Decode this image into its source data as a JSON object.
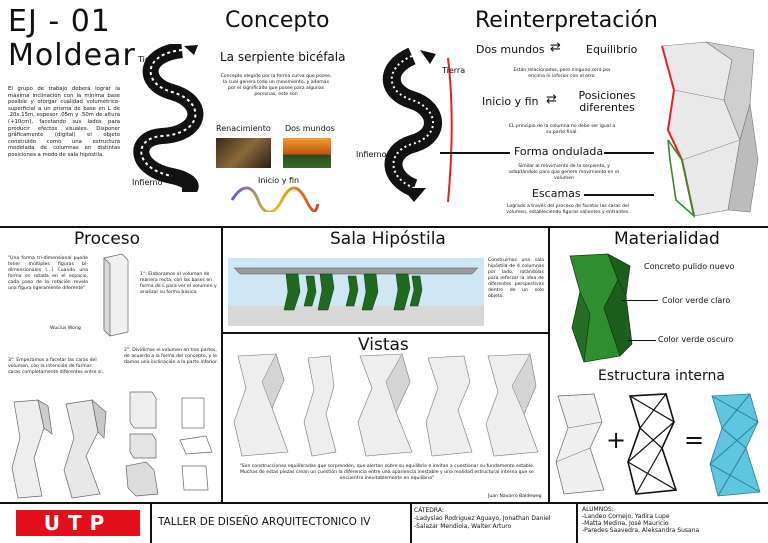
{
  "header": {
    "code": "EJ - 01",
    "name": "Moldear",
    "intro": "El grupo de trabajo deberá lograr la máxima inclinación con la mínima base posible y otorgar cualidad volumétrico-superficial a un prisma de base en L de .20x.15m, espesor .05m y .50m de altura (+10cm), facetando sus lados para producir efectos visuales. Disponer gráficamente (digital) el objeto construido como una estructura modelada de columnas en distintas posiciones a modo de sala hipóstila."
  },
  "concepto": {
    "title": "Concepto",
    "label_tierra": "Tierra",
    "label_infierno": "Infierno",
    "subtitle": "La serpiente bicéfala",
    "text": "Concepto elegido por la forma curva que posee, la cual genera todo un movimiento, y además por el significado que posee para algunas personas, este son",
    "renacimiento": "Renacimiento",
    "dos_mundos": "Dos mundos",
    "inicio_fin": "Inicio y fin"
  },
  "reinterpretacion": {
    "title": "Reinterpretación",
    "label_tierra": "Tierra",
    "label_infierno": "Infierno",
    "dos_mundos": "Dos mundos",
    "equilibrio": "Equilibrio",
    "text1": "Están relacionados, pero ninguno será por encima ni inferior con el otro.",
    "inicio_fin": "Inicio y fin",
    "posiciones": "Posiciones diferentes",
    "text2": "EL principio de la columna no debe ser igual a su parte final.",
    "forma": "Forma ondulada",
    "text3": "Similar al movimiento de la serpiente, y adaptándolo para que genere movimiento en el volumen",
    "escamas": "Escamas",
    "text4": "Logrado a través del proceso de facetar las caras del volumen, estableciendo figuras salientes y entrantes."
  },
  "proceso": {
    "title": "Proceso",
    "quote": "\"Una forma tri-dimensional puede tener múltiples figuras bi-dimensionales (...) Cuando una forma es rotada en el espacio, cada paso de la rotación revela una figura ligeramente diferente\"",
    "quote_author": "Wucius Wong",
    "step1": "1°: Elaboramos el volumen de manera recta, con las bases en forma de L para ver el volumen y analizar su forma básica.",
    "step2": "2°: Dividimos el volumen en tres partes, de acuerdo a la forma del concepto, y le damos una inclinación a la parte inferior.",
    "step3": "3°: Empezamos a facetar las caras del volumen, con la intención de formar caras completamente diferentes entre sí."
  },
  "sala": {
    "title": "Sala Hipóstila",
    "text": "Construimos una sala hipóstila de 4 columnas por lado, rotándolas para reforzar la idea de diferentes perspectivas dentro de un solo objeto."
  },
  "vistas": {
    "title": "Vistas",
    "quote": "\"Son construcciones equilibradas que sorprenden, que alertan sobre su equilibrio e invitan a cuestionar su fundamento estable. Muchas de estas piezas crean un cuestión la diferencia entre una apariencia inestable y una realidad estructural interna que se encuentra inevitablemente en equilibrio\"",
    "author": "Juan Navarro Baldeweg"
  },
  "materialidad": {
    "title": "Materialidad",
    "concreto": "Concreto pulido nuevo",
    "verde_claro": "Color verde claro",
    "verde_oscuro": "Color verde oscuro",
    "estructura": "Estructura interna",
    "plus": "+",
    "equals": "="
  },
  "footer": {
    "logo": "UTP",
    "course": "TALLER DE DISEÑO ARQUITECTONICO IV",
    "catedra_label": "CÁTEDRA:",
    "catedra_1": "-Ladyslao Rodriguez Aguayo, Jonathan Daniel",
    "catedra_2": "-Salazar Mendiola, Walter Arturo",
    "alumnos_label": "ALUMNOS:",
    "alumno_1": "-Landeo Cornejo, Yadira Lupe",
    "alumno_2": "-Matta Medina, José Mauricio",
    "alumno_3": "-Paredes Saavedra, Aleksandra Susana"
  },
  "colors": {
    "red": "#e52222",
    "green_dark": "#1c5e1c",
    "green_light": "#2f8f2f",
    "cyan": "#5fc6e0",
    "utp_red": "#e3101b"
  }
}
